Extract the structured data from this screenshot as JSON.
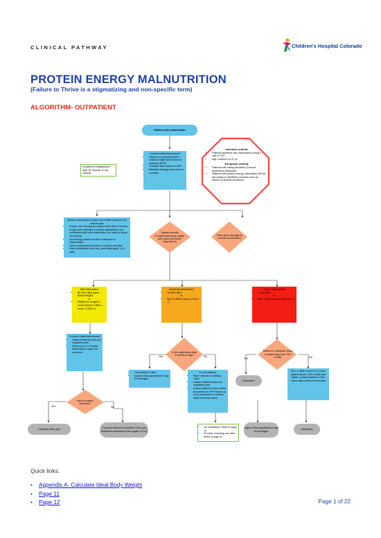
{
  "header": {
    "label": "CLINICAL PATHWAY",
    "logo_text": "Children's Hospital Colorado"
  },
  "title": "PROTEIN ENERGY MALNUTRITION",
  "subtitle": "(Failure to Thrive is a stigmatizing and non-specific term)",
  "section": "ALGORITHM- OUTPATIENT",
  "flow": {
    "start": "Patient with malnutrition",
    "initial_title": "Conduct Initial Assessment",
    "initial_items": [
      "History and physical (H&P), nutrition intake and review of systems (ROS)",
      "Consider labs based on H&P",
      "Establish etiology and need for consults"
    ],
    "gi_note": "If patient is established with GI, include GI as consult",
    "inclusion_title": "Inclusion criteria:",
    "inclusion_items": [
      "Patients identified with malnutrition during a visit in PCP",
      "Age: newborn to 21 yo"
    ],
    "exclusion_title": "Exclusion criteria:",
    "exclusion_items": [
      "Patients with eating disorders (Consult Adolescent Medicine)",
      "Patients with protein energy malnutrition (PEM) secondary to identified concerns such as cancer or genetic conditions"
    ],
    "micro_title": "Assess micronutrient status and initiate treatment for deficiencies",
    "micro_items": [
      "Empiric zinc therapy for patient older than 6 months of age with moderate & severe malnutrition, and considered with mild malnutrition (no need to check zinc levels)",
      "Iron therapy based on labs in absence of inflammation",
      "Other micronutrients based on history and labs",
      "Start multivitamin with iron, preferably liquid, 1-2x daily"
    ],
    "severity": "Assess severity\n% stable ideal body weight\n(see quick link below:\nAppendix A)",
    "etiology": "Think about etiology for consult consideration",
    "mild_title": "Mild Malnutrition",
    "mild_items": [
      "80-90% IBW (Ideal Body Weight)",
      "Weight for Length Z-score (WLZ) or BMI z-score -1.00 to -1"
    ],
    "or1": "or",
    "moderate_title": "Moderate Malnutrition",
    "moderate_items": [
      "70-80% IBW",
      "WLZ or BMI z-score -2.00 to -2"
    ],
    "or2": "or",
    "severe_title": "Severe Malnutrition",
    "severe_items": [
      "<70% IBW",
      "WLZ or BMI z-score less than -3"
    ],
    "or3": "or",
    "mild_assess": [
      "Conduct Initial Assessment",
      "Initiate treatment plan per outpatient plan",
      "Follow up in 1-4 weeks depending on age and concerns"
    ],
    "less6": "Is the patient less than 6 months of age?",
    "yes1": "Yes",
    "no1": "No",
    "edema": "Edema or metabolic noted or patient less than 70% of IBW",
    "yes2": "Yes",
    "no2": "No",
    "call_nutrition": [
      "Call Nutrition Clinic",
      "Urgent clinic appointment may be arranged"
    ],
    "all_patients_title": "For all patients:",
    "all_patients": [
      "Place referral to Nutrition Clinic",
      "Initiate treatment plan per outpatient plan",
      "Ensure patient is seen within two weeks for PCP follow up if not scheduled in nutrition within that time frame"
    ],
    "admission1": "Admission",
    "wlz_note": "WLZ or BMI z-score of -3.0 but patient above 70% of IBW and stable, contact Nutrition Clinic same day to discuss next step",
    "improved": "Has the patient improved?",
    "yes3": "Yes",
    "no3": "No",
    "continue": "Continue with plan",
    "consider_referral": "Consider referral to Nutrition Clinic and additional evaluations (see pages 13-14)",
    "admission_refer": [
      "For admission: Refer to page 12",
      "For labs, including iron labs: Refer to page 11"
    ],
    "urgent_clinic": "Urgent clinic appointment may be arranged",
    "admission2": "Admission"
  },
  "quick_links": {
    "title": "Quick links:",
    "items": [
      "Appendix A- Calculate Ideal Body Weight",
      "Page 11",
      "Page 12"
    ]
  },
  "page_number": {
    "label": "Page ",
    "current": "1",
    "sep": " of ",
    "total": "22"
  }
}
